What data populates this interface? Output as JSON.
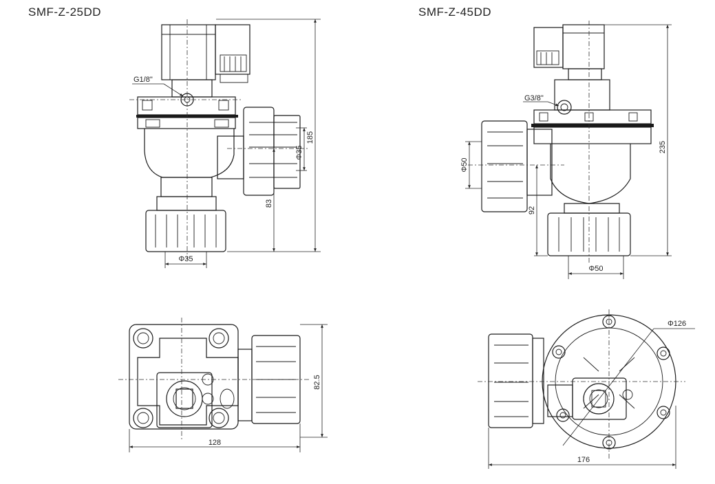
{
  "left_model": {
    "title": "SMF-Z-25DD"
  },
  "right_model": {
    "title": "SMF-Z-45DD"
  },
  "dims_25": {
    "port": "G1/8\"",
    "outlet_dia": "Φ35",
    "height": "185",
    "outlet_height": "83",
    "inlet_dia": "Φ35",
    "top_width": "82.5",
    "top_length": "128"
  },
  "dims_45": {
    "port": "G3/8\"",
    "outlet_dia": "Φ50",
    "height": "235",
    "outlet_height": "92",
    "inlet_dia": "Φ50",
    "flange_dia": "Φ126",
    "top_length": "176"
  }
}
